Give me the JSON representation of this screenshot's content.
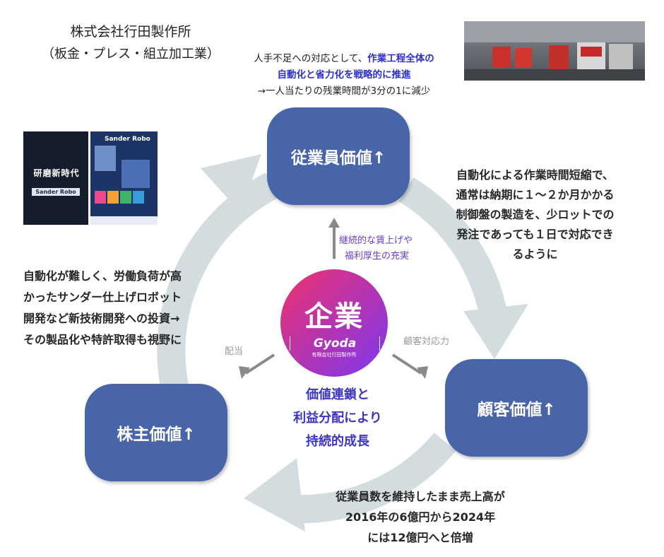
{
  "company": {
    "name": "株式会社行田製作所",
    "sub": "（板金・プレス・組立加工業）"
  },
  "top_text": {
    "line1_normal": "人手不足への対応として、",
    "line1_highlight": "作業工程全体の",
    "line2_highlight": "自動化と省力化を戦略的に推進",
    "line3": "→一人当たりの残業時間が3分の1に減少"
  },
  "nodes": {
    "employee": "従業員価値↑",
    "customer": "顧客価値↑",
    "shareholder": "株主価値↑"
  },
  "center": {
    "title": "企業",
    "logo": "Gyoda",
    "logo_sub": "有限会社行田製作所",
    "caption": [
      "価値連鎖と",
      "利益分配により",
      "持続的成長"
    ]
  },
  "arrow_labels": {
    "up": [
      "継続的な賃上げや",
      "福利厚生の充実"
    ],
    "right": "顧客対応力",
    "left": "配当"
  },
  "right_text": [
    "自動化による作業時間短縮で、",
    "通常は納期に１～２か月かかる",
    "制御盤の製造を、少ロットでの",
    "発注であっても１日で対応でき",
    "るように"
  ],
  "left_text": [
    "自動化が難しく、労働負荷が高",
    "かったサンダー仕上げロボット",
    "開発など新技術開発への投資→",
    "その製品化や特許取得も視野に"
  ],
  "bottom_text": [
    "従業員数を維持したまま売上高が",
    "2016年の6億円から2024年",
    "には12億円へと倍増"
  ],
  "brochure": {
    "title": "研磨新時代",
    "product": "Sander Robo",
    "product2": "Sander Robo"
  },
  "colors": {
    "node": "#4765a8",
    "cycle_arrow": "#d3dde0",
    "center_gradient_start": "#f0316d",
    "center_gradient_end": "#7b38f0",
    "highlight": "#2d2fd0",
    "purple_caption": "#6a3dc8"
  }
}
